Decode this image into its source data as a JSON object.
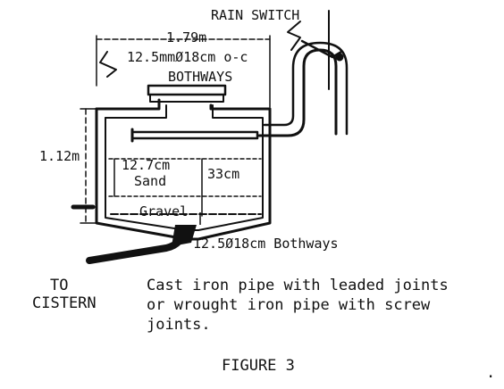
{
  "labels": {
    "rain_switch": "RAIN SWITCH",
    "width": "1.79m",
    "top_pipe_spec": "12.5mmØ18cm o-c",
    "top_bothways": "BOTHWAYS",
    "height": "1.12m",
    "sand_depth": "12.7cm",
    "sand": "Sand",
    "gravel_depth": "33cm",
    "gravel": "Gravel",
    "bottom_pipe_spec": "12.5Ø18cm Bothways",
    "to_cistern_line1": "TO",
    "to_cistern_line2": "CISTERN"
  },
  "note": {
    "line1": "Cast iron pipe with leaded joints",
    "line2": "or wrought iron pipe with screw",
    "line3": "joints."
  },
  "caption": "FIGURE 3",
  "corner_mark": "."
}
